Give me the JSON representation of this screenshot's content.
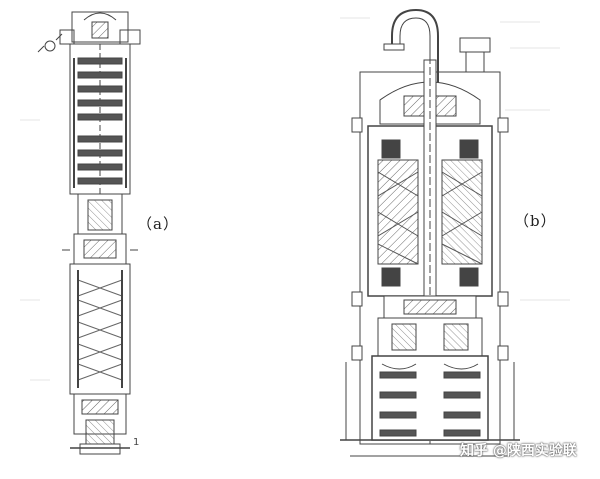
{
  "figure": {
    "label_a": "（a）",
    "label_b": "（b）",
    "watermark": "知乎 @陕西实验联",
    "small_mark": "1"
  },
  "colors": {
    "line": "#444444",
    "background": "#ffffff",
    "faint": "#d0d0d0"
  }
}
